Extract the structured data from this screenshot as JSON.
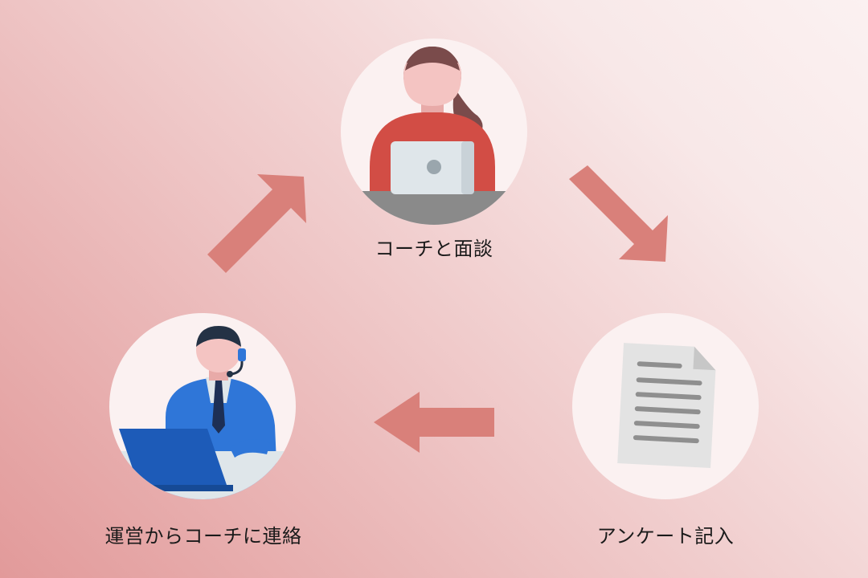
{
  "colors": {
    "arrow": "#d9807a",
    "circle": "#fbf1f1",
    "skin": "#f4c4c2",
    "woman_shirt": "#d24d45",
    "woman_hair": "#7a4b4b",
    "man_suit": "#2f76d8",
    "man_hair": "#243245",
    "paper": "#e3e3e3",
    "laptop": "#dfe6ea"
  },
  "steps": [
    {
      "label": "コーチと面談",
      "icon": "woman-at-laptop-icon"
    },
    {
      "label": "アンケート記入",
      "icon": "document-icon"
    },
    {
      "label": "運営からコーチに連絡",
      "icon": "operator-with-headset-icon"
    }
  ]
}
